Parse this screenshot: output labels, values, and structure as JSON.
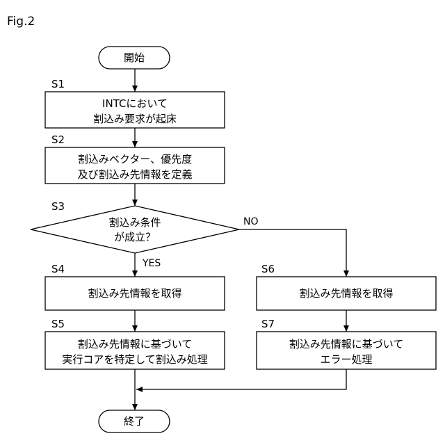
{
  "figure": {
    "title": "Fig.2"
  },
  "nodes": {
    "start": {
      "text": [
        "開始"
      ]
    },
    "s1": {
      "step": "S1",
      "text": [
        "INTCにおいて",
        "割込み要求が起床"
      ]
    },
    "s2": {
      "step": "S2",
      "text": [
        "割込みベクター、優先度",
        "及び割込み先情報を定義"
      ]
    },
    "s3": {
      "step": "S3",
      "text": [
        "割込み条件",
        "が成立？"
      ]
    },
    "s4": {
      "step": "S4",
      "text": [
        "割込み先情報を取得"
      ]
    },
    "s5": {
      "step": "S5",
      "text": [
        "割込み先情報に基づいて",
        "実行コアを特定して割込み処理"
      ]
    },
    "s6": {
      "step": "S6",
      "text": [
        "割込み先情報を取得"
      ]
    },
    "s7": {
      "step": "S7",
      "text": [
        "割込み先情報に基づいて",
        "エラー処理"
      ]
    },
    "end": {
      "text": [
        "終了"
      ]
    }
  },
  "branches": {
    "yes": "YES",
    "no": "NO"
  }
}
